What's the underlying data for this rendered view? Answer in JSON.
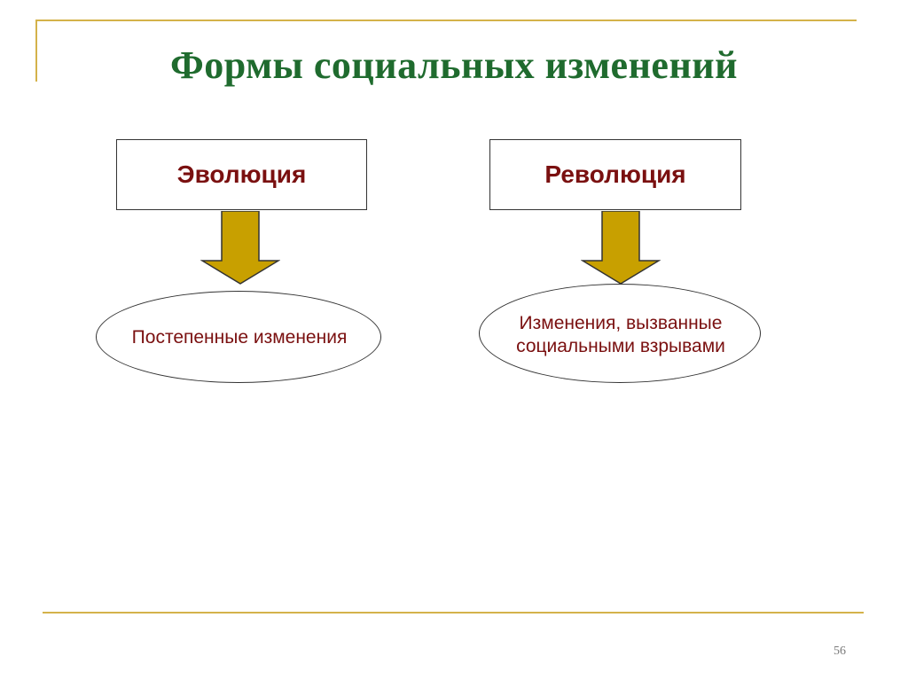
{
  "slide": {
    "title": "Формы социальных изменений",
    "page_number": "56"
  },
  "diagram": {
    "left": {
      "box_label": "Эволюция",
      "ellipse_text": "Постепенные изменения"
    },
    "right": {
      "box_label": "Революция",
      "ellipse_text_line1": "Изменения, вызванные",
      "ellipse_text_line2": "социальными взрывами"
    }
  },
  "colors": {
    "title": "#1f6b2e",
    "text": "#7a1010",
    "arrow_fill": "#c8a000",
    "frame": "#d4b24a"
  }
}
